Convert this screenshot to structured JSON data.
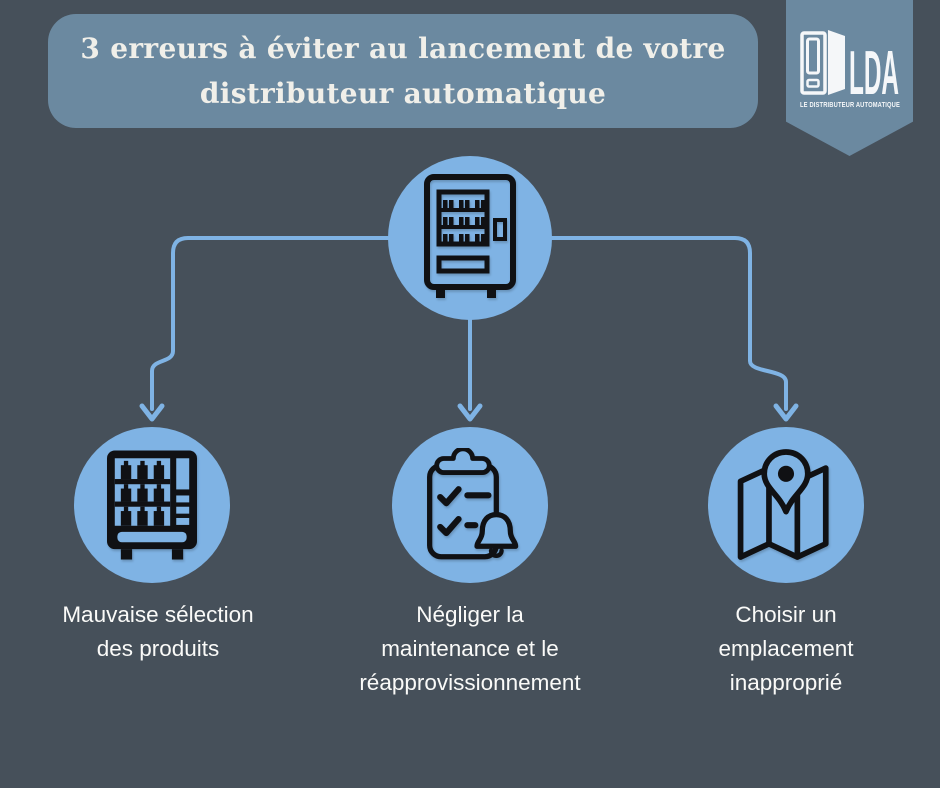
{
  "page": {
    "background": "#46505a"
  },
  "header": {
    "box_color": "#6b89a0",
    "text_color": "#f0efe9",
    "title_line1": "3 erreurs à éviter au lancement de votre",
    "title_line2": "distributeur automatique"
  },
  "logo": {
    "badge_color": "#6b89a0",
    "abbr": "LDA",
    "tagline": "LE DISTRIBUTEUR AUTOMATIQUE",
    "machine_icon": "vending-machine-logo-icon"
  },
  "diagram": {
    "accent_blue": "#7fb3e4",
    "icon_color": "#101114",
    "label_color": "#fafaf8",
    "root_icon": "vending-machine-outline-icon",
    "items": [
      {
        "icon": "vending-machine-filled-icon",
        "lines": [
          "Mauvaise sélection",
          "des produits"
        ]
      },
      {
        "icon": "maintenance-checklist-bell-icon",
        "lines": [
          "Négliger la",
          "maintenance et le",
          "réapprovissionnement"
        ]
      },
      {
        "icon": "map-location-pin-icon",
        "lines": [
          "Choisir un",
          "emplacement",
          "inapproprié"
        ]
      }
    ]
  }
}
